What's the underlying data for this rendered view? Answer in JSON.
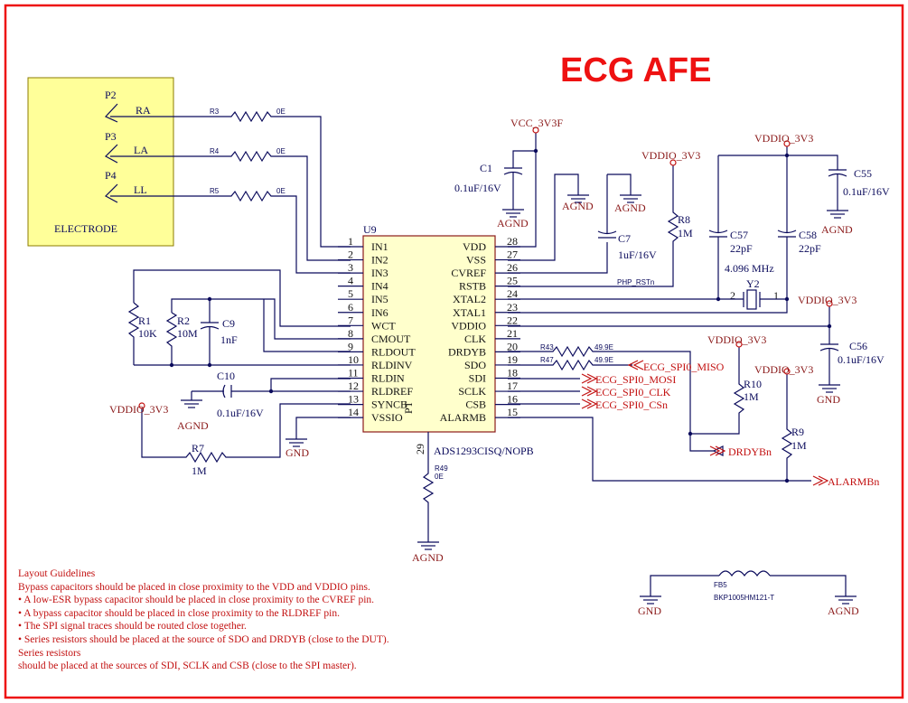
{
  "title": "ECG AFE",
  "electrode": {
    "label": "ELECTRODE",
    "connectors": [
      {
        "ref": "P2",
        "signal": "RA",
        "res": "R3",
        "val": "0E"
      },
      {
        "ref": "P3",
        "signal": "LA",
        "res": "R4",
        "val": "0E"
      },
      {
        "ref": "P4",
        "signal": "LL",
        "res": "R5",
        "val": "0E"
      }
    ]
  },
  "ic": {
    "ref": "U9",
    "part": "ADS1293CISQ/NOPB",
    "pt": "PT",
    "left_pins": [
      {
        "num": "1",
        "name": "IN1"
      },
      {
        "num": "2",
        "name": "IN2"
      },
      {
        "num": "3",
        "name": "IN3"
      },
      {
        "num": "4",
        "name": "IN4"
      },
      {
        "num": "5",
        "name": "IN5"
      },
      {
        "num": "6",
        "name": "IN6"
      },
      {
        "num": "7",
        "name": "WCT"
      },
      {
        "num": "8",
        "name": "CMOUT"
      },
      {
        "num": "9",
        "name": "RLDOUT"
      },
      {
        "num": "10",
        "name": "RLDINV"
      },
      {
        "num": "11",
        "name": "RLDIN"
      },
      {
        "num": "12",
        "name": "RLDREF"
      },
      {
        "num": "13",
        "name": "SYNCB"
      },
      {
        "num": "14",
        "name": "VSSIO"
      }
    ],
    "right_pins": [
      {
        "num": "28",
        "name": "VDD"
      },
      {
        "num": "27",
        "name": "VSS"
      },
      {
        "num": "26",
        "name": "CVREF"
      },
      {
        "num": "25",
        "name": "RSTB"
      },
      {
        "num": "24",
        "name": "XTAL2"
      },
      {
        "num": "23",
        "name": "XTAL1"
      },
      {
        "num": "22",
        "name": "VDDIO"
      },
      {
        "num": "21",
        "name": "CLK"
      },
      {
        "num": "20",
        "name": "DRDYB"
      },
      {
        "num": "19",
        "name": "SDO"
      },
      {
        "num": "18",
        "name": "SDI"
      },
      {
        "num": "17",
        "name": "SCLK"
      },
      {
        "num": "16",
        "name": "CSB"
      },
      {
        "num": "15",
        "name": "ALARMB"
      }
    ],
    "bottom_pin": "29"
  },
  "components": {
    "c1": {
      "ref": "C1",
      "val": "0.1uF/16V"
    },
    "c7": {
      "ref": "C7",
      "val": "1uF/16V"
    },
    "c55": {
      "ref": "C55",
      "val": "0.1uF/16V"
    },
    "c57": {
      "ref": "C57",
      "val": "22pF"
    },
    "c58": {
      "ref": "C58",
      "val": "22pF"
    },
    "c56": {
      "ref": "C56",
      "val": "0.1uF/16V"
    },
    "c9": {
      "ref": "C9",
      "val": "1nF"
    },
    "c10": {
      "ref": "C10",
      "val": "0.1uF/16V"
    },
    "r1": {
      "ref": "R1",
      "val": "10K"
    },
    "r2": {
      "ref": "R2",
      "val": "10M"
    },
    "r7": {
      "ref": "R7",
      "val": "1M"
    },
    "r8": {
      "ref": "R8",
      "val": "1M"
    },
    "r9": {
      "ref": "R9",
      "val": "1M"
    },
    "r10": {
      "ref": "R10",
      "val": "1M"
    },
    "r43": {
      "ref": "R43",
      "val": "49.9E"
    },
    "r47": {
      "ref": "R47",
      "val": "49.9E"
    },
    "r49": {
      "ref": "R49",
      "val": "0E"
    },
    "y2": {
      "ref": "Y2",
      "val": "4.096 MHz",
      "p1": "1",
      "p2": "2"
    },
    "fb5": {
      "ref": "FB5",
      "val": "BKP1005HM121-T"
    }
  },
  "power": {
    "vcc_3v3f": "VCC_3V3F",
    "vddio_3v3": "VDDIO_3V3",
    "agnd": "AGND",
    "gnd": "GND"
  },
  "nets": {
    "php_rstn": "PHP_RSTn",
    "spi_miso": "ECG_SPI0_MISO",
    "spi_mosi": "ECG_SPI0_MOSI",
    "spi_clk": "ECG_SPI0_CLK",
    "spi_csn": "ECG_SPI0_CSn",
    "drdybn": "DRDYBn",
    "alarmbn": "ALARMBn"
  },
  "notes": {
    "heading": "Layout Guidelines",
    "lines": [
      "Bypass capacitors should be placed in close proximity to the VDD and VDDIO pins.",
      "• A low-ESR bypass capacitor should be placed in close proximity to the CVREF pin.",
      "• A bypass capacitor should be placed in close proximity to the RLDREF pin.",
      "• The SPI signal traces should be routed close together.",
      "• Series resistors should be placed at the source of SDO and DRDYB (close to the DUT).",
      "Series resistors",
      "should be placed at the sources of SDI, SCLK and CSB (close to the SPI master)."
    ]
  }
}
